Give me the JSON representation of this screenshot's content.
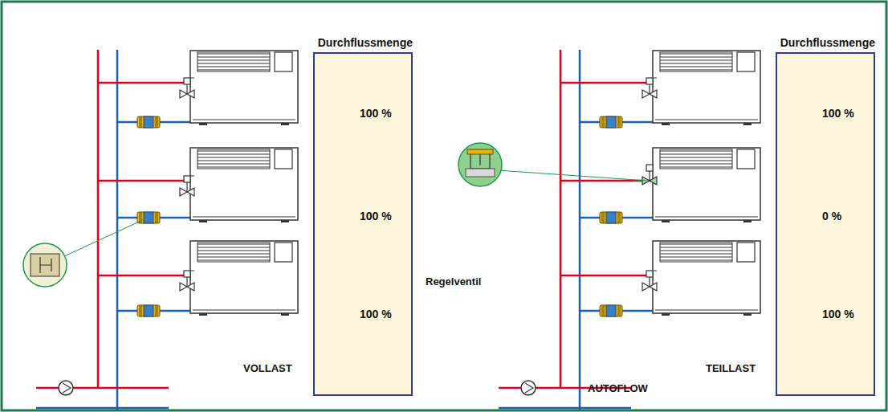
{
  "diagram": {
    "nodes": [
      {
        "text": [
          "Durchflussmenge",
          "100 %",
          "100 %",
          "100 %"
        ]
      },
      {
        "text": [
          "Durchflussmenge",
          "100 %",
          "0 %",
          "100 %"
        ]
      }
    ],
    "labels": [
      "Regelventil",
      "AUTOFLOW",
      "VOLLAST",
      "TEILLAST"
    ]
  }
}
